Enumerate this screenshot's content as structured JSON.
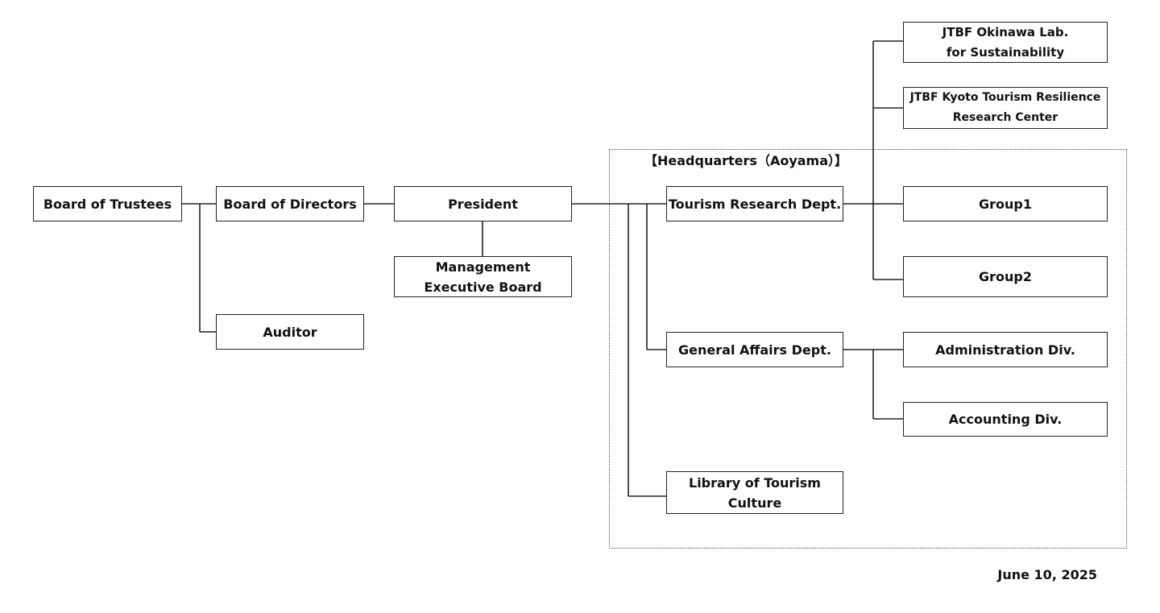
{
  "chart": {
    "headquarters_label": "【Headquarters（Aoyama）】",
    "date": "June 10, 2025",
    "nodes": {
      "board_of_trustees": "Board of Trustees",
      "board_of_directors": "Board of Directors",
      "auditor": "Auditor",
      "president": "President",
      "management_board": [
        "Management",
        "Executive Board"
      ],
      "tourism_research": "Tourism Research Dept.",
      "general_affairs": "General Affairs Dept.",
      "library": [
        "Library of Tourism",
        "Culture"
      ],
      "okinawa_lab": [
        "JTBF Okinawa Lab.",
        "for Sustainability"
      ],
      "kyoto_center": [
        "JTBF Kyoto Tourism Resilience",
        "Research Center"
      ],
      "group1": "Group1",
      "group2": "Group2",
      "administration": "Administration Div.",
      "accounting": "Accounting Div."
    }
  }
}
